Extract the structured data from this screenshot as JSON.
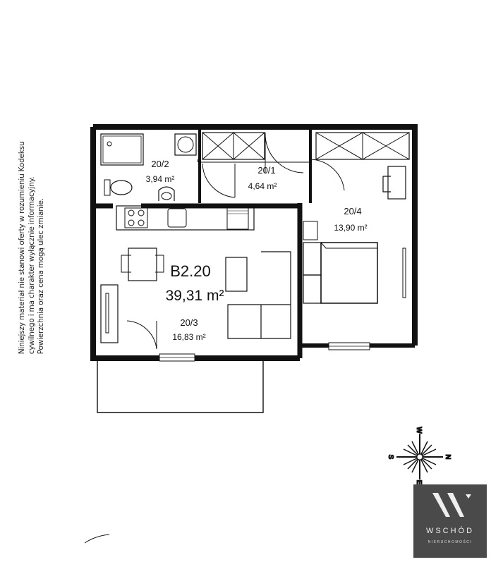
{
  "disclaimer": "Niniejszy materiał nie stanowi oferty w rozumieniu Kodeksu cywilnego i ma charakter wyłącznie informacyjny. Powierzchnia oraz cena mogą ulec zmianie.",
  "apartment": {
    "id": "B2.20",
    "area": "39,31 m²"
  },
  "rooms": [
    {
      "number": "20/2",
      "area": "3,94 m²"
    },
    {
      "number": "20/1",
      "area": "4,64 m²"
    },
    {
      "number": "20/4",
      "area": "13,90 m²"
    },
    {
      "number": "20/3",
      "area": "16,83 m²"
    }
  ],
  "compass": {
    "n": "N",
    "s": "S",
    "e": "E",
    "w": "W"
  },
  "logo": {
    "name": "WSCHÓD",
    "subtitle": "NIERUCHOMOŚCI"
  }
}
